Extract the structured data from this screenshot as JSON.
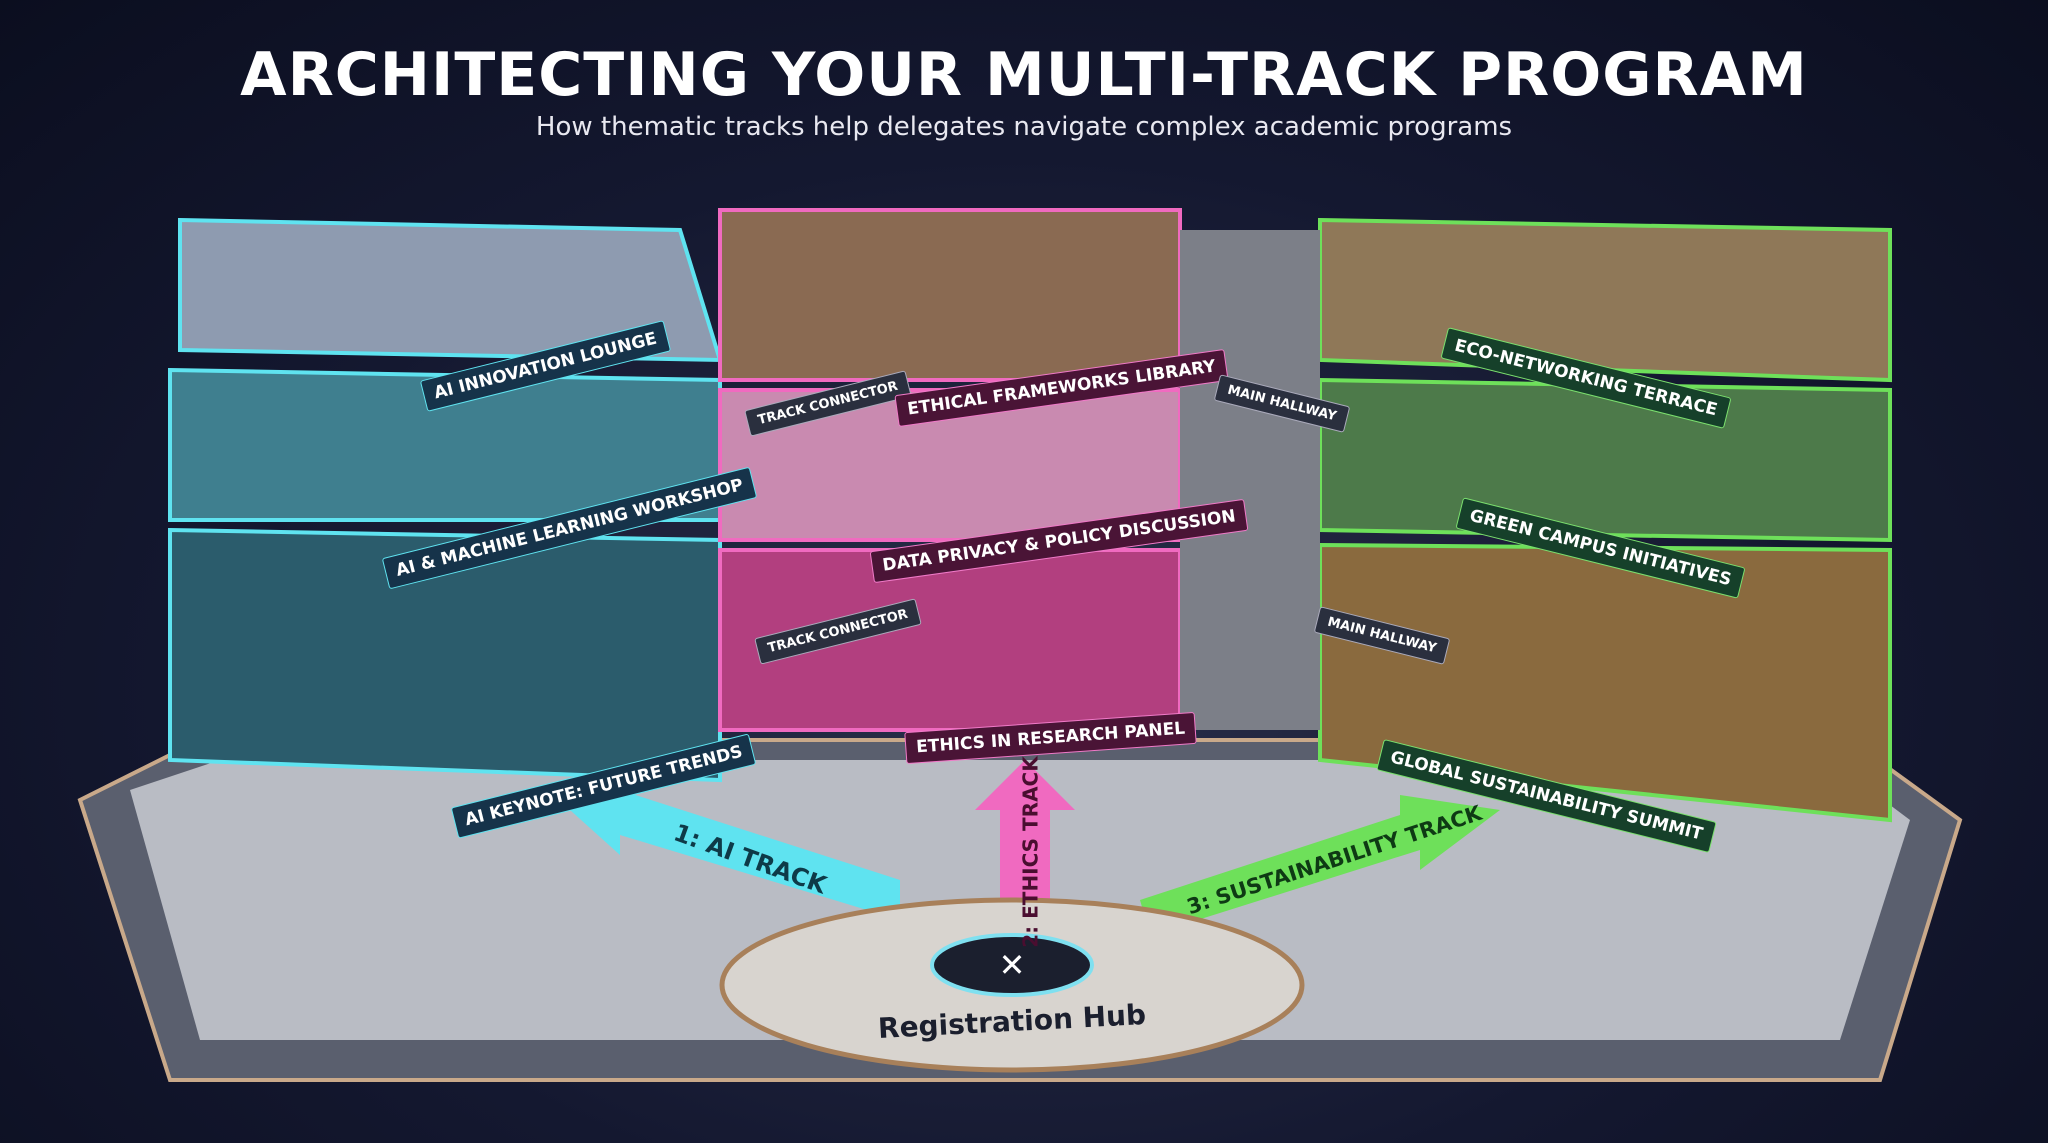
{
  "header": {
    "title": "ARCHITECTING YOUR MULTI-TRACK PROGRAM",
    "subtitle": "How thematic tracks help delegates navigate complex academic programs"
  },
  "colors": {
    "ai_track": "#5fe3f0",
    "ethics_track": "#f06ac0",
    "sustainability_track": "#6ee05a",
    "background": "#141830"
  },
  "zones": {
    "ai_innovation_lounge": "AI Innovation Lounge",
    "ai_ml_workshop": "AI & Machine Learning Workshop",
    "ai_keynote": "AI Keynote: Future Trends",
    "ethical_library": "Ethical Frameworks Library",
    "data_privacy": "Data Privacy & Policy Discussion",
    "ethics_panel": "Ethics in Research Panel",
    "eco_terrace": "Eco-Networking Terrace",
    "green_campus": "Green Campus Initiatives",
    "sustainability_summit": "Global Sustainability Summit",
    "track_connector_upper": "Track Connector",
    "track_connector_lower": "Track Connector",
    "main_hallway_upper": "Main Hallway",
    "main_hallway_lower": "Main Hallway"
  },
  "tracks": {
    "ai": "1: AI Track",
    "ethics": "2: Ethics Track",
    "sustainability": "3: Sustainability Track"
  },
  "hub": "Registration Hub"
}
